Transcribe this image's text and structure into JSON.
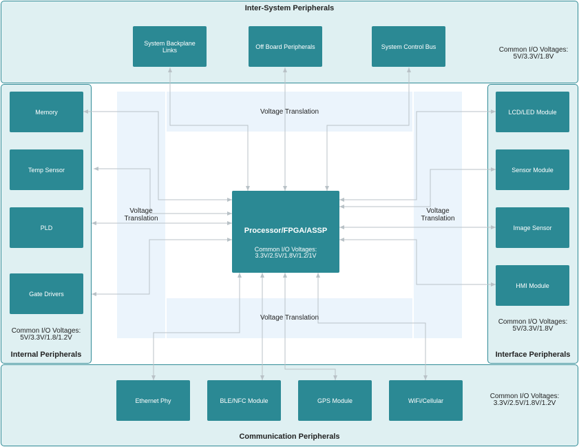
{
  "regions": {
    "top": {
      "title": "Inter-System Peripherals",
      "voltages_line1": "Common I/O Voltages:",
      "voltages_line2": "5V/3.3V/1.8V"
    },
    "left": {
      "title": "Internal Peripherals",
      "voltages_line1": "Common I/O Voltages:",
      "voltages_line2": "5V/3.3V/1.8/1.2V"
    },
    "right": {
      "title": "Interface Peripherals",
      "voltages_line1": "Common I/O Voltages:",
      "voltages_line2": "5V/3.3V/1.8V"
    },
    "bottom": {
      "title": "Communication Peripherals",
      "voltages_line1": "Common I/O Voltages:",
      "voltages_line2": "3.3V/2.5V/1.8V/1.2V"
    }
  },
  "translation_labels": {
    "top": "Voltage Translation",
    "bottom": "Voltage Translation",
    "left_line1": "Voltage",
    "left_line2": "Translation",
    "right_line1": "Voltage",
    "right_line2": "Translation"
  },
  "processor": {
    "title": "Processor/FPGA/ASSP",
    "voltages_line1": "Common I/O Voltages:",
    "voltages_line2": "3.3V/2.5V/1.8V/1.2/1V"
  },
  "top_blocks": {
    "backplane_line1": "System Backplane",
    "backplane_line2": "Links",
    "offboard": "Off Board Peripherals",
    "control_bus": "System Control Bus"
  },
  "left_blocks": {
    "memory": "Memory",
    "temp_sensor": "Temp Sensor",
    "pld": "PLD",
    "gate_drivers": "Gate Drivers"
  },
  "right_blocks": {
    "lcd": "LCD/LED Module",
    "sensor": "Sensor Module",
    "image": "Image Sensor",
    "hmi": "HMI  Module"
  },
  "bottom_blocks": {
    "ethernet": "Ethernet Phy",
    "ble": "BLE/NFC Module",
    "gps": "GPS Module",
    "wifi": "WiFi/Cellular"
  },
  "colors": {
    "region_fill": "#dff0f2",
    "region_border": "#2e8a95",
    "block_fill": "#2b8994",
    "translation_fill": "#ebf4fc",
    "wire": "#b9c2c7"
  }
}
